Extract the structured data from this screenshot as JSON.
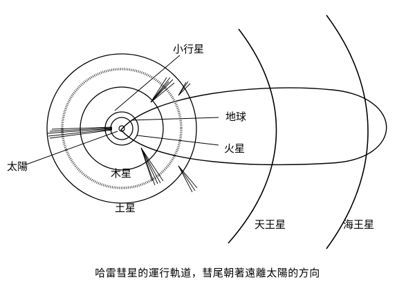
{
  "diagram": {
    "labels": {
      "asteroid": "小行星",
      "earth": "地球",
      "mars": "火星",
      "sun": "太陽",
      "jupiter": "木星",
      "saturn": "土星",
      "uranus": "天王星",
      "neptune": "海王星"
    },
    "caption": "哈雷彗星的運行軌道，彗尾朝著遠離太陽的方向"
  }
}
